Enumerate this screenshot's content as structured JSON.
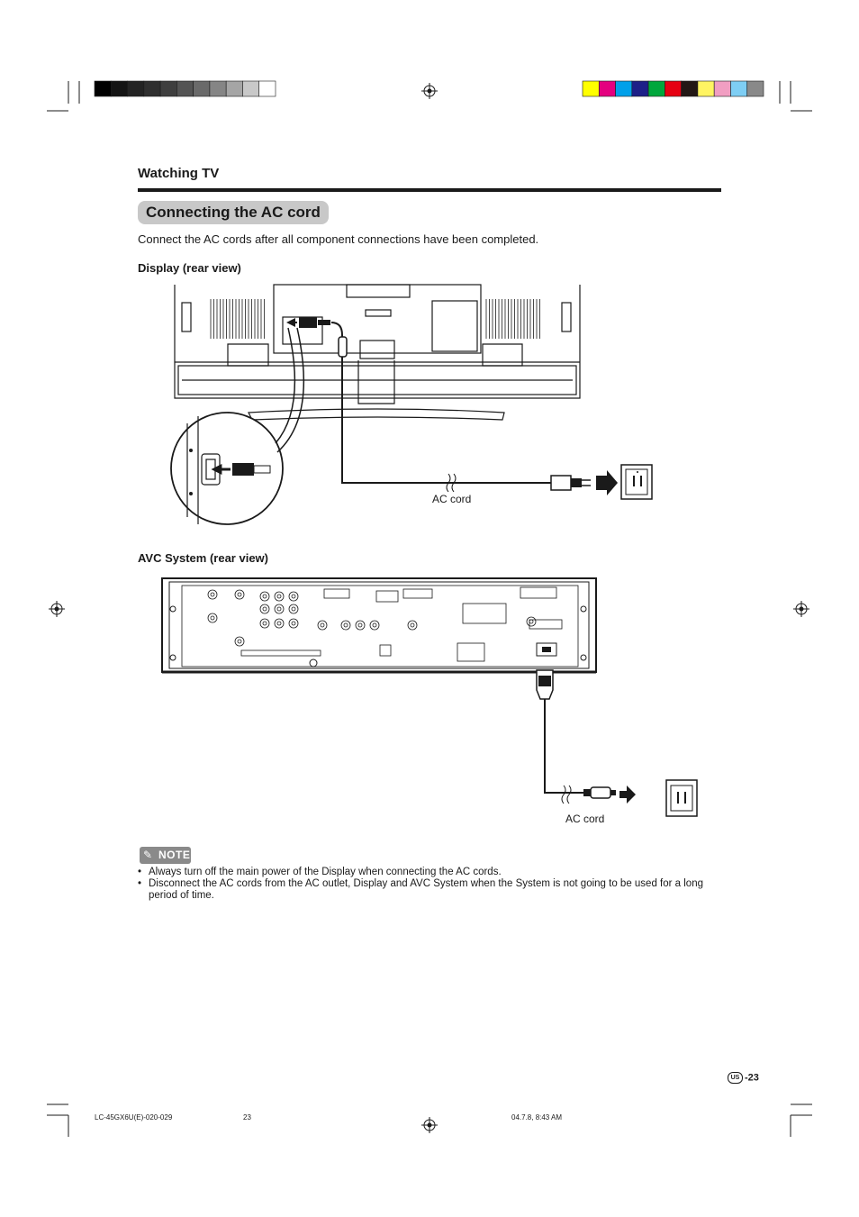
{
  "header": {
    "section": "Watching TV",
    "title": "Connecting the AC cord",
    "intro": "Connect the AC cords after all component connections have been completed."
  },
  "display_figure": {
    "heading": "Display (rear view)",
    "cord_label": "AC cord"
  },
  "avc_figure": {
    "heading": "AVC System (rear view)",
    "cord_label": "AC cord"
  },
  "note": {
    "badge": "NOTE",
    "items": [
      "Always turn off the main power of the Display when connecting the AC cords.",
      "Disconnect the AC cords from the AC outlet, Display and AVC System when the System is not going to be used for a long period of time."
    ]
  },
  "page": {
    "region_badge": "US",
    "number": "-23"
  },
  "footer": {
    "file": "LC-45GX6U(E)-020-029",
    "page": "23",
    "timestamp": "04.7.8, 8:43 AM"
  },
  "color_bar": [
    "#ffff00",
    "#e4007f",
    "#00a0e9",
    "#1d2088",
    "#00a73c",
    "#e60012",
    "#231815",
    "#fff462",
    "#f19ec2",
    "#7ecef4",
    "#898989"
  ],
  "gray_bar": [
    "#000000",
    "#141414",
    "#232323",
    "#2f2f2f",
    "#3f3f3f",
    "#545454",
    "#6a6a6a",
    "#858585",
    "#a5a5a5",
    "#c8c8c8",
    "#ffffff"
  ]
}
